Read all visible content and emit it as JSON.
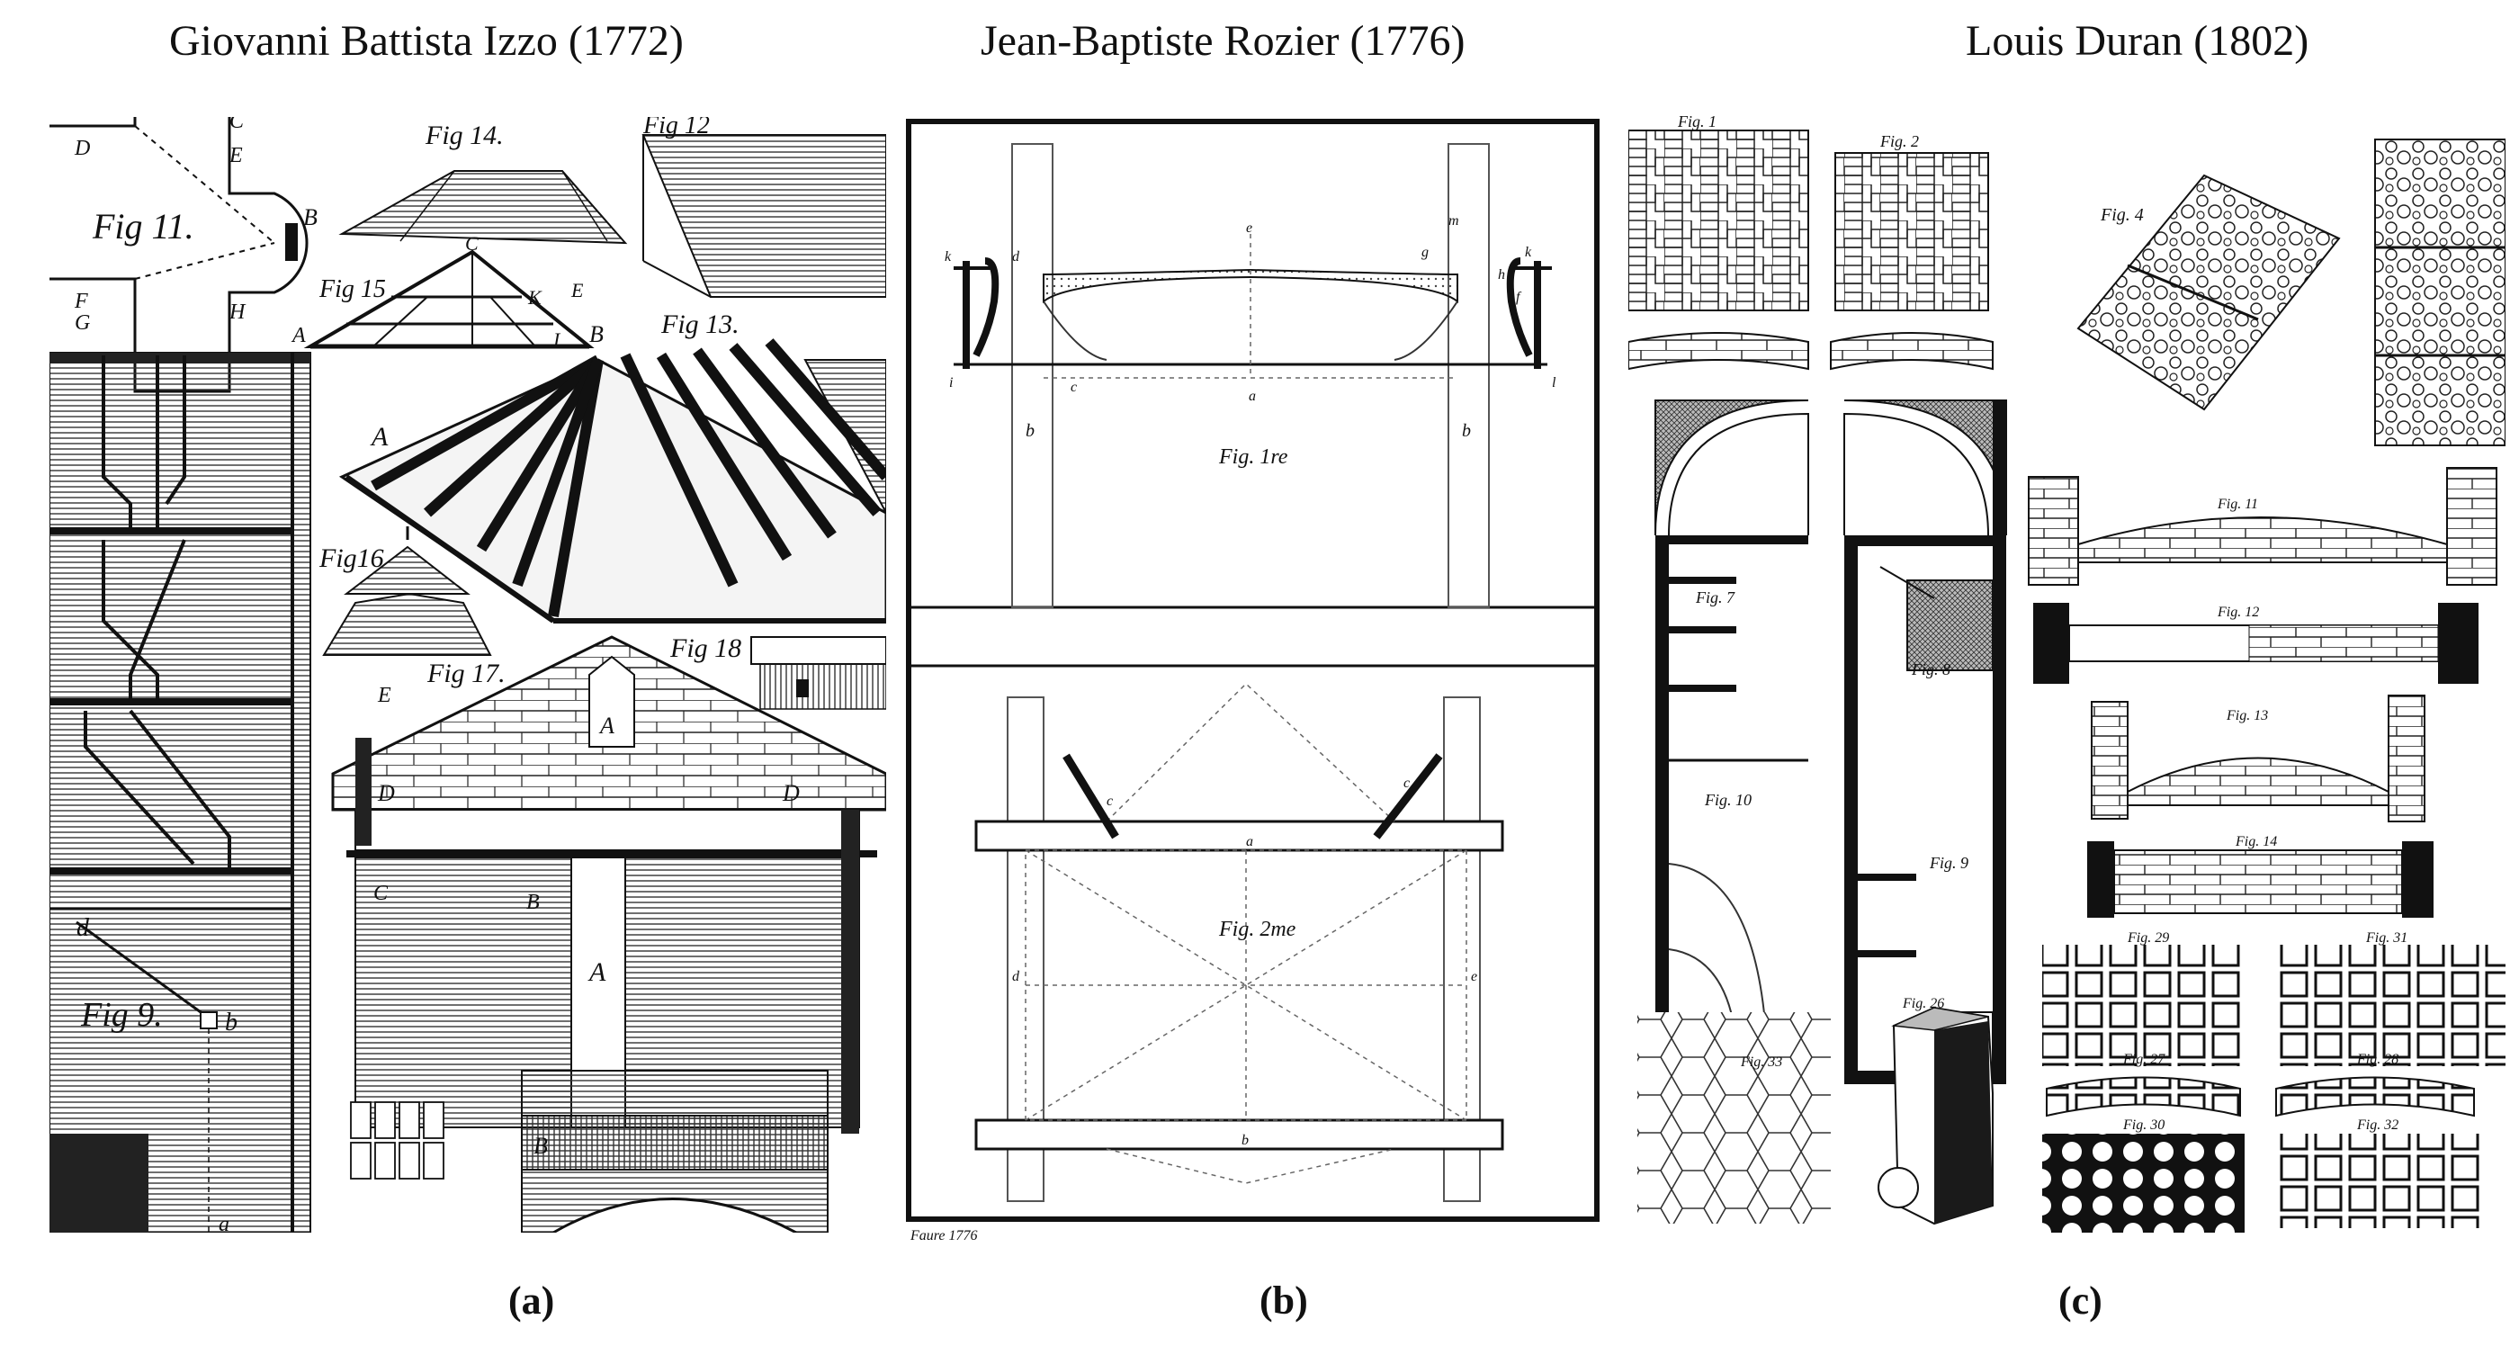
{
  "panels": [
    {
      "title": "Giovanni Battista Izzo (1772)",
      "caption": "(a)",
      "labels": {
        "fig11": "Fig 11.",
        "fig14": "Fig 14.",
        "fig12": "Fig 12",
        "fig15": "Fig 15",
        "fig13": "Fig 13.",
        "fig16": "Fig16",
        "fig17": "Fig 17.",
        "fig18": "Fig 18",
        "fig9": "Fig 9."
      },
      "letters": {
        "a": "A",
        "b": "B",
        "c": "C",
        "d": "D",
        "e": "E",
        "f": "F",
        "g": "G",
        "h": "H",
        "i": "I",
        "k": "K",
        "lc": "c",
        "ld": "d",
        "lb": "b",
        "la": "a"
      }
    },
    {
      "title": "Jean-Baptiste Rozier (1776)",
      "caption": "(b)",
      "labels": {
        "fig1": "Fig. 1re",
        "fig2": "Fig. 2me",
        "imprint": "Faure 1776"
      },
      "letters": {
        "a": "a",
        "b": "b",
        "c": "c",
        "d": "d",
        "e": "e",
        "f": "f",
        "g": "g",
        "h": "h",
        "i": "i",
        "k": "k",
        "l": "l",
        "m": "m"
      }
    },
    {
      "title": "Louis Duran (1802)",
      "caption": "(c)",
      "labels": {
        "fig1": "Fig. 1",
        "fig2": "Fig. 2",
        "fig4": "Fig. 4",
        "fig7": "Fig. 7",
        "fig8": "Fig. 8",
        "fig9": "Fig. 9",
        "fig10": "Fig. 10",
        "fig11": "Fig. 11",
        "fig12": "Fig. 12",
        "fig13": "Fig. 13",
        "fig14": "Fig. 14",
        "fig26": "Fig. 26",
        "fig27": "Fig. 27",
        "fig28": "Fig. 28",
        "fig29": "Fig. 29",
        "fig30": "Fig. 30",
        "fig31": "Fig. 31",
        "fig32": "Fig. 32",
        "fig33": "Fig. 33"
      }
    }
  ]
}
